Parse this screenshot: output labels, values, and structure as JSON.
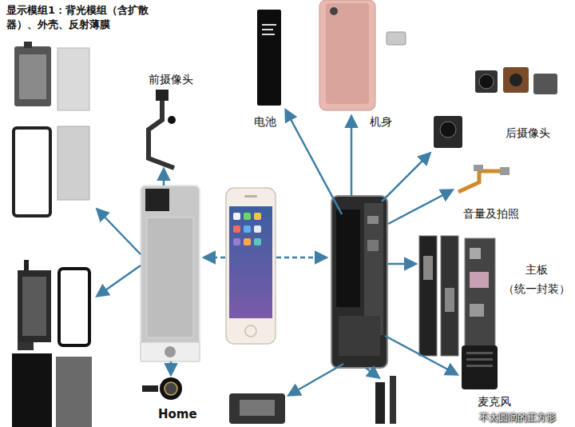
{
  "diagram": {
    "labels": [
      "显示模组1：背光模组（含扩散器）、外壳、反射薄膜",
      "前摄像头",
      "电池",
      "机身",
      "后摄像头",
      "音量及拍照",
      "主板 （统一封装）",
      "Home",
      "麦克风",
      "不太圆润的正方形"
    ]
  }
}
